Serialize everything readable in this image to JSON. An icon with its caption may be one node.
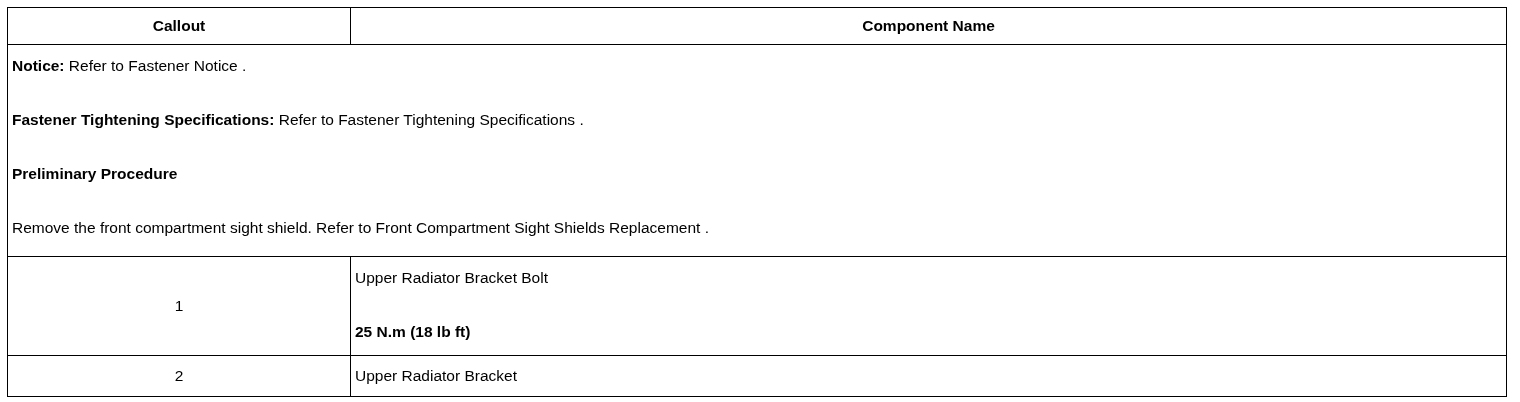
{
  "diagram": {
    "labels": [
      "Callout",
      "Component Name",
      "**Notice:** Refer to Fastener Notice .",
      "**Fastener Tightening Specifications:** Refer to Fastener Tightening Specifications .",
      "Preliminary Procedure",
      "Remove the front compartment sight shield. Refer to Front Compartment Sight Shields Replacement .",
      "1",
      "Upper Radiator Bracket Bolt",
      "25 N.m (18 lb ft)",
      "2",
      "Upper Radiator Bracket"
    ]
  }
}
